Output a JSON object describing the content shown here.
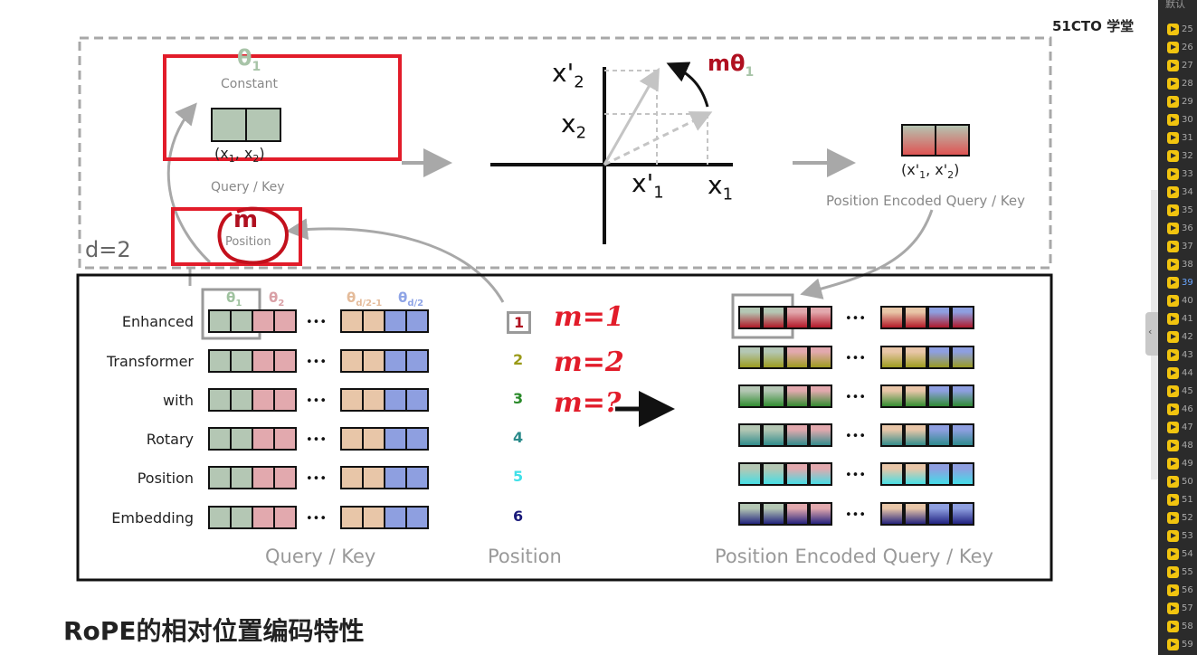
{
  "watermark": "51CTO 学堂",
  "top": {
    "theta1": "θ",
    "theta1_sub": "1",
    "constant": "Constant",
    "pair_label": "(x",
    "query_key": "Query / Key",
    "m": "m",
    "position": "Position",
    "d_label": "d=2",
    "axis_xp2": "x'",
    "axis_xp2_sub": "2",
    "axis_x2": "x",
    "axis_x2_sub": "2",
    "axis_xp1": "x'",
    "axis_xp1_sub": "1",
    "axis_x1": "x",
    "axis_x1_sub": "1",
    "rot_m": "m",
    "rot_theta": "θ",
    "rot_theta_sub": "1",
    "encoded_pair": "(x'",
    "encoded_label": "Position Encoded Query / Key"
  },
  "bottom": {
    "theta_headers": [
      {
        "text": "θ",
        "sub": "1",
        "color": "#9fc29f"
      },
      {
        "text": "θ",
        "sub": "2",
        "color": "#d9a0a6"
      },
      {
        "text": "θ",
        "sub": "d/2-1",
        "color": "#e4bb9a"
      },
      {
        "text": "θ",
        "sub": "d/2",
        "color": "#8ea4e6"
      }
    ],
    "words": [
      "Enhanced",
      "Transformer",
      "with",
      "Rotary",
      "Position",
      "Embedding"
    ],
    "positions": [
      {
        "n": "1",
        "color": "#b01020"
      },
      {
        "n": "2",
        "color": "#9a9a18"
      },
      {
        "n": "3",
        "color": "#2a8a2a"
      },
      {
        "n": "4",
        "color": "#2a8a8a"
      },
      {
        "n": "5",
        "color": "#40e0e8"
      },
      {
        "n": "6",
        "color": "#1a1a7a"
      }
    ],
    "dots": "•••",
    "footer_query_key": "Query / Key",
    "footer_position": "Position",
    "footer_encoded": "Position Encoded Query / Key"
  },
  "annotations": [
    "m=1",
    "m=2",
    "m=?"
  ],
  "bottom_title": "RoPE的相对位置编码特性",
  "sidebar": {
    "header": "默认",
    "items": [
      "25",
      "26",
      "27",
      "28",
      "29",
      "30",
      "31",
      "32",
      "33",
      "34",
      "35",
      "36",
      "37",
      "38",
      "39",
      "40",
      "41",
      "42",
      "43",
      "44",
      "45",
      "46",
      "47",
      "48",
      "49",
      "50",
      "51",
      "52",
      "53",
      "54",
      "55",
      "56",
      "57",
      "58",
      "59"
    ],
    "active": "39"
  },
  "colors": {
    "green": "#b4c7b4",
    "pink": "#e2a9ae",
    "tan": "#e8c6a8",
    "blue": "#8e9fe0",
    "red_marker": "#e21c2a",
    "arrow_gray": "#a8a8a8"
  }
}
